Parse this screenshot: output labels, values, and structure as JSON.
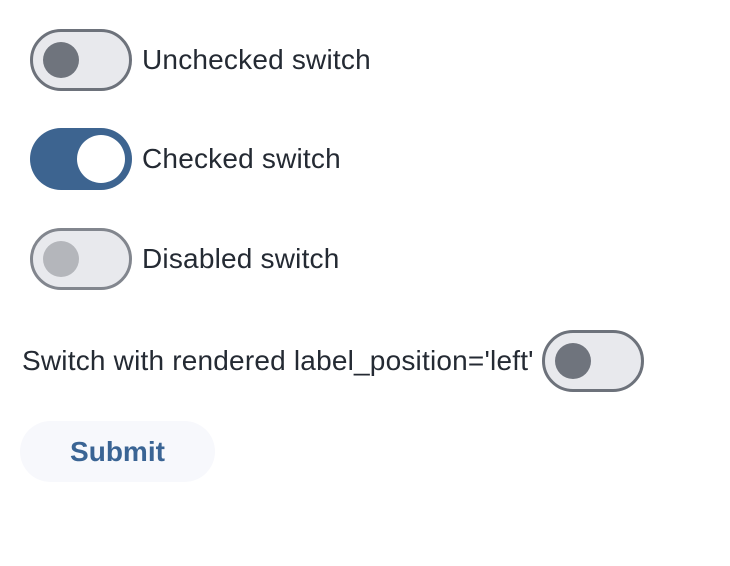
{
  "switch_rows": [
    {
      "label": "Unchecked switch",
      "state": "unchecked",
      "disabled": false,
      "label_position": "right"
    },
    {
      "label": "Checked switch",
      "state": "checked",
      "disabled": false,
      "label_position": "right"
    },
    {
      "label": "Disabled switch",
      "state": "unchecked",
      "disabled": true,
      "label_position": "right"
    },
    {
      "label": "Switch with rendered label_position='left'",
      "state": "unchecked",
      "disabled": false,
      "label_position": "left"
    }
  ],
  "submit_button": {
    "label": "Submit"
  },
  "colors": {
    "checked_track": "#3d6490",
    "unchecked_track": "#e8e9ed",
    "switch_border": "#6d727b",
    "disabled_switch_border": "#82868e",
    "thumb_gray": "#6f747d",
    "thumb_disabled": "#b4b6bb",
    "thumb_checked": "#ffffff",
    "label_text": "#242a33",
    "button_background": "#f7f8fc",
    "button_text": "#3a6494",
    "page_background": "#ffffff"
  }
}
